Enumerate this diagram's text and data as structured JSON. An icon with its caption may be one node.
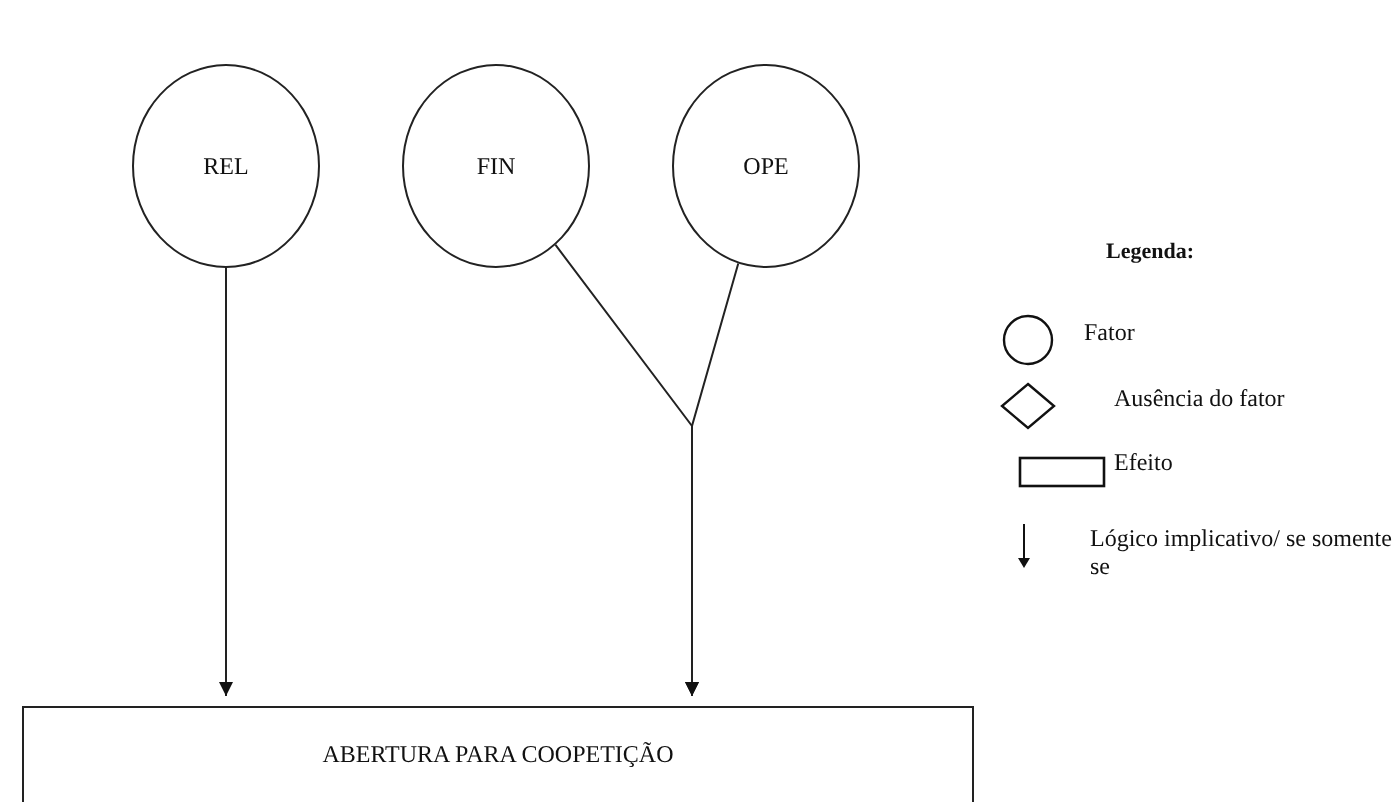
{
  "diagram": {
    "nodes": [
      {
        "text": [
          "REL"
        ]
      },
      {
        "text": [
          "FIN"
        ]
      },
      {
        "text": [
          "OPE"
        ]
      },
      {
        "text": [
          "ABERTURA PARA COOPETIÇÃO"
        ]
      }
    ],
    "edges": [
      {
        "from": 0,
        "to": 3,
        "arrow": "to"
      },
      {
        "from": 1,
        "to": 3,
        "arrow": "to"
      },
      {
        "from": 2,
        "to": 3,
        "arrow": "to"
      }
    ],
    "labels": [
      "Legenda:"
    ],
    "legend": [
      {
        "text": "Fator"
      },
      {
        "text": "Ausência do fator"
      },
      {
        "text": "Efeito"
      },
      {
        "text": "Lógico implicativo/ se somente se"
      }
    ]
  }
}
